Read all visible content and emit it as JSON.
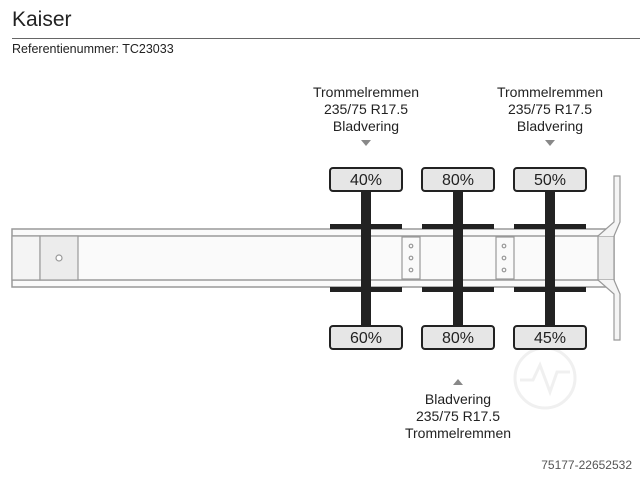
{
  "header": {
    "title": "Kaiser",
    "reference": "Referentienummer: TC23033"
  },
  "axles": [
    {
      "top_pct": "40%",
      "bottom_pct": "60%"
    },
    {
      "top_pct": "80%",
      "bottom_pct": "80%"
    },
    {
      "top_pct": "50%",
      "bottom_pct": "45%"
    }
  ],
  "labels": {
    "axle1_top": {
      "line1": "Trommelremmen",
      "line2": "235/75 R17.5",
      "line3": "Bladvering"
    },
    "axle3_top": {
      "line1": "Trommelremmen",
      "line2": "235/75 R17.5",
      "line3": "Bladvering"
    },
    "axle2_bottom": {
      "line1": "Bladvering",
      "line2": "235/75 R17.5",
      "line3": "Trommelremmen"
    }
  },
  "footer": {
    "id": "75177-22652532"
  },
  "colors": {
    "frame": "#999999",
    "axle": "#222222",
    "tire_fill": "#e6e6e6"
  }
}
